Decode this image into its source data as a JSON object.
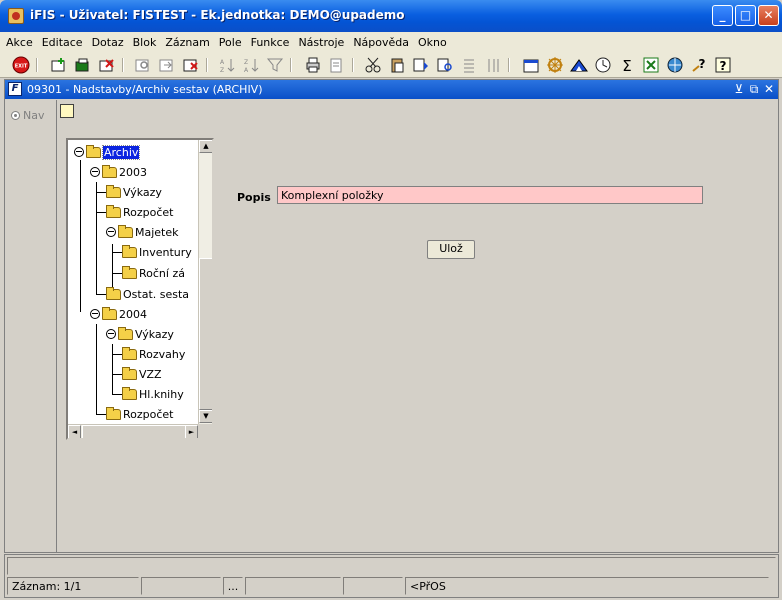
{
  "window": {
    "title": "iFIS - Uživatel: FISTEST - Ek.jednotka: DEMO@upademo",
    "controls": {
      "minimize": "_",
      "maximize": "□",
      "close": "✕"
    }
  },
  "menu": [
    "Akce",
    "Editace",
    "Dotaz",
    "Blok",
    "Záznam",
    "Pole",
    "Funkce",
    "Nástroje",
    "Nápověda",
    "Okno"
  ],
  "toolbar": {
    "exit_label": "EXIT",
    "icons": [
      "exit-icon",
      "insert-record-icon",
      "save-record-icon",
      "delete-record-icon",
      "enter-query-icon",
      "execute-query-icon",
      "cancel-query-icon",
      "sort-asc-icon",
      "sort-desc-icon",
      "filter-icon",
      "print-icon",
      "print-preview-icon",
      "cut-icon",
      "paste-icon",
      "lov-icon",
      "query-icon",
      "list-icon",
      "columns-icon",
      "calendar-icon",
      "wheel-icon",
      "chart-icon",
      "clock-icon",
      "sum-icon",
      "excel-icon",
      "web-icon",
      "help-query-icon",
      "help-icon"
    ],
    "sum_symbol": "Σ",
    "help_symbol": "?"
  },
  "child_window": {
    "icon_letter": "F",
    "title": "09301 - Nadstavby/Archiv sestav (ARCHIV)"
  },
  "nav": {
    "label": "Nav"
  },
  "tree": {
    "nodes": [
      {
        "label": "Archiv",
        "selected": true
      },
      {
        "label": "2003"
      },
      {
        "label": "Výkazy"
      },
      {
        "label": "Rozpočet"
      },
      {
        "label": "Majetek"
      },
      {
        "label": "Inventury"
      },
      {
        "label": "Roční zá"
      },
      {
        "label": "Ostat. sesta"
      },
      {
        "label": "2004"
      },
      {
        "label": "Výkazy"
      },
      {
        "label": "Rozvahy"
      },
      {
        "label": "VZZ"
      },
      {
        "label": "Hl.knihy"
      },
      {
        "label": "Rozpočet"
      }
    ],
    "scroll_up": "▲",
    "scroll_down": "▼",
    "scroll_left": "◄",
    "scroll_right": "►"
  },
  "form": {
    "popis_label": "Popis",
    "popis_value": "Komplexní položky",
    "save_button": "Ulož"
  },
  "status": {
    "record": "Záznam: 1/1",
    "cell2": "",
    "cell3": "...",
    "cell4": "",
    "mode": "<PřOS"
  }
}
